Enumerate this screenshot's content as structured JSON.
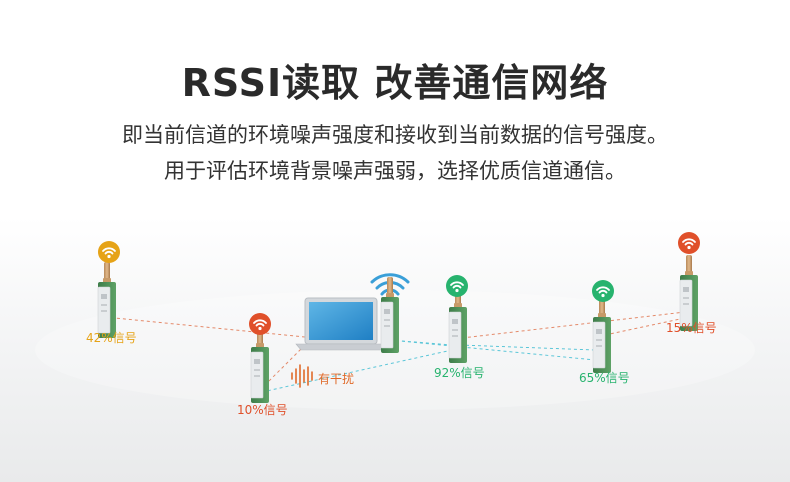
{
  "title": "RSSI读取 改善通信网络",
  "description": [
    "即当前信道的环境噪声强度和接收到当前数据的信号强度。",
    "用于评估环境背景噪声强弱，选择优质信道通信。"
  ],
  "nodes": [
    {
      "id": "n1",
      "label": "42%信号",
      "status_color": "#e6a317",
      "signal_icon": "wifi-icon"
    },
    {
      "id": "n2",
      "label": "10%信号",
      "status_color": "#e0502a",
      "signal_icon": "wifi-icon"
    },
    {
      "id": "n3",
      "label": "92%信号",
      "status_color": "#27b36e",
      "signal_icon": "wifi-icon"
    },
    {
      "id": "n4",
      "label": "65%信号",
      "status_color": "#27b36e",
      "signal_icon": "wifi-icon"
    },
    {
      "id": "n5",
      "label": "15%信号",
      "status_color": "#e0502a",
      "signal_icon": "wifi-icon"
    }
  ],
  "interference": {
    "label": "有干扰",
    "color": "#e06a2a",
    "icon": "sound-wave-icon"
  },
  "hub": {
    "icon": "laptop-icon",
    "broadcast_icon": "wifi-broadcast-icon",
    "accent": "#3a9fd8"
  },
  "link_colors": {
    "warm": "#e48a6a",
    "cool": "#5bc6d8"
  }
}
